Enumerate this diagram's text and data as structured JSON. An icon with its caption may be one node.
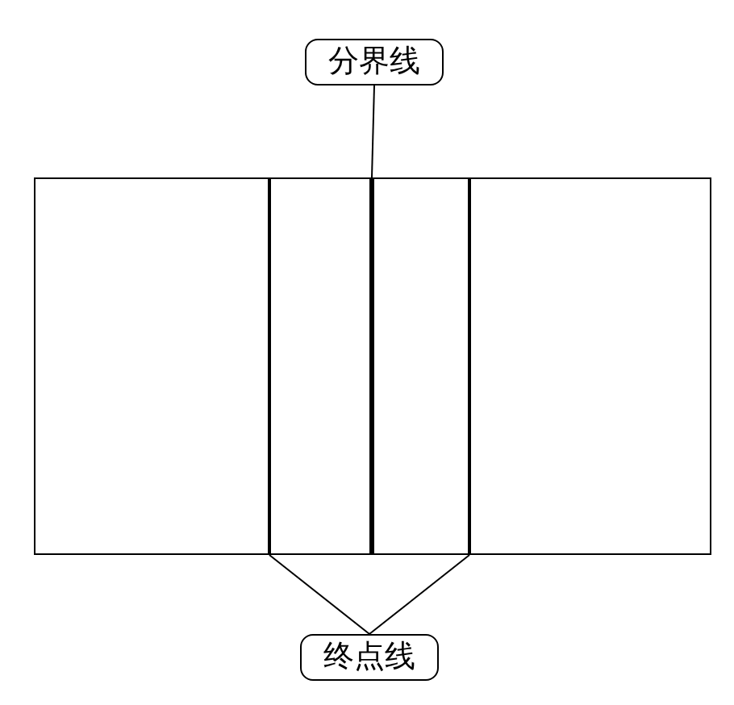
{
  "diagram": {
    "nodes": [
      {
        "text": [
          "分界线"
        ]
      },
      {
        "text": [],
        "shape": "box"
      },
      {
        "text": [],
        "shape": "bar",
        "in": 1
      },
      {
        "text": [],
        "shape": "bar",
        "in": 1
      },
      {
        "text": [],
        "shape": "bar",
        "in": 1
      },
      {
        "text": [
          "终点线"
        ]
      }
    ],
    "edges": [
      {
        "from": 0,
        "to": 3,
        "arrow": "none"
      },
      {
        "from": 5,
        "to": 2,
        "arrow": "none"
      },
      {
        "from": 5,
        "to": 4,
        "arrow": "none"
      }
    ]
  }
}
